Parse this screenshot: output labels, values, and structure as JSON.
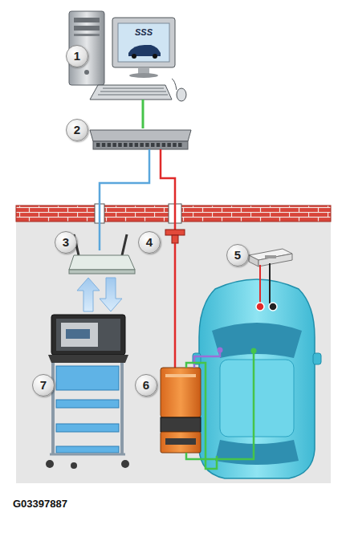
{
  "diagram": {
    "caption": "G03397887",
    "labels": [
      "1",
      "SSS",
      "2",
      "3",
      "4",
      "5",
      "6",
      "7"
    ]
  }
}
